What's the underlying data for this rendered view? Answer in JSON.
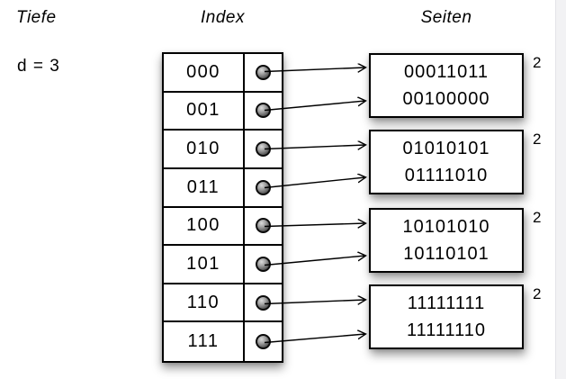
{
  "labels": {
    "tiefe": "Tiefe",
    "depth_value": "d = 3",
    "index": "Index",
    "seiten": "Seiten"
  },
  "index_table": {
    "rows": [
      "000",
      "001",
      "010",
      "011",
      "100",
      "101",
      "110",
      "111"
    ]
  },
  "pages": [
    {
      "entries": [
        "00011011",
        "00100000"
      ],
      "local_depth": "2"
    },
    {
      "entries": [
        "01010101",
        "01111010"
      ],
      "local_depth": "2"
    },
    {
      "entries": [
        "10101010",
        "10110101"
      ],
      "local_depth": "2"
    },
    {
      "entries": [
        "11111111",
        "11111110"
      ],
      "local_depth": "2"
    }
  ],
  "links": [
    {
      "index": "000",
      "page": 0
    },
    {
      "index": "001",
      "page": 0
    },
    {
      "index": "010",
      "page": 1
    },
    {
      "index": "011",
      "page": 1
    },
    {
      "index": "100",
      "page": 2
    },
    {
      "index": "101",
      "page": 2
    },
    {
      "index": "110",
      "page": 3
    },
    {
      "index": "111",
      "page": 3
    }
  ],
  "colors": {
    "stroke": "#000000",
    "page_fill": "#ffffff",
    "pointer_dot": "#8f8f8f",
    "background": "#ffffff",
    "side_strip": "#f2f2f4"
  }
}
